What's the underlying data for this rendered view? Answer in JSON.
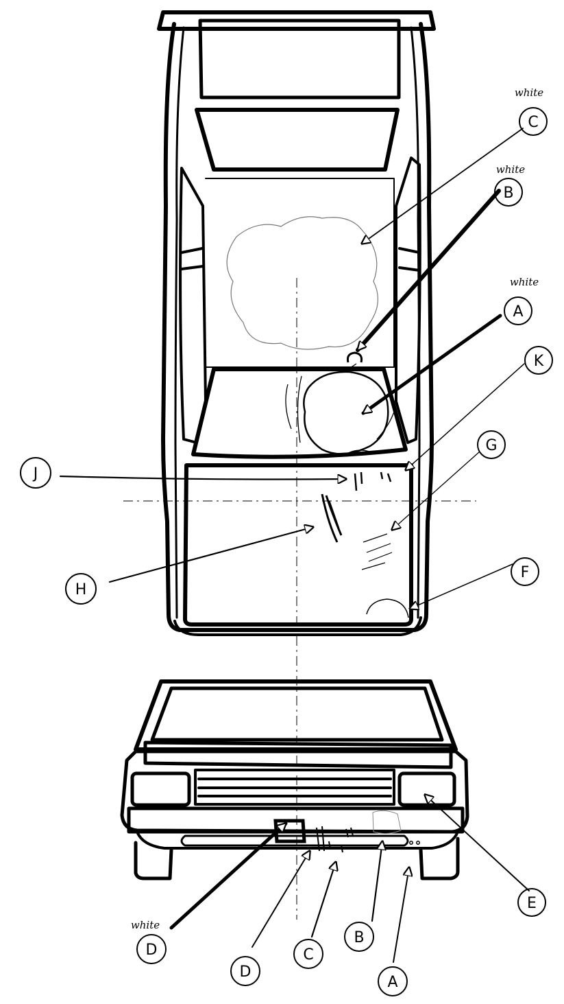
{
  "diagram": {
    "top_view_labels": [
      {
        "id": "C-top",
        "letter": "C",
        "note": "white"
      },
      {
        "id": "B-top",
        "letter": "B",
        "note": "white"
      },
      {
        "id": "A-top",
        "letter": "A",
        "note": "white"
      },
      {
        "id": "K-top",
        "letter": "K",
        "note": ""
      },
      {
        "id": "G-top",
        "letter": "G",
        "note": ""
      },
      {
        "id": "J-top",
        "letter": "J",
        "note": ""
      },
      {
        "id": "H-top",
        "letter": "H",
        "note": ""
      },
      {
        "id": "F-top",
        "letter": "F",
        "note": ""
      }
    ],
    "front_view_labels": [
      {
        "id": "E-front",
        "letter": "E",
        "note": ""
      },
      {
        "id": "D-white-front",
        "letter": "D",
        "note": "white"
      },
      {
        "id": "D-front",
        "letter": "D",
        "note": ""
      },
      {
        "id": "C-front",
        "letter": "C",
        "note": ""
      },
      {
        "id": "B-front",
        "letter": "B",
        "note": ""
      },
      {
        "id": "A-front",
        "letter": "A",
        "note": ""
      }
    ]
  }
}
